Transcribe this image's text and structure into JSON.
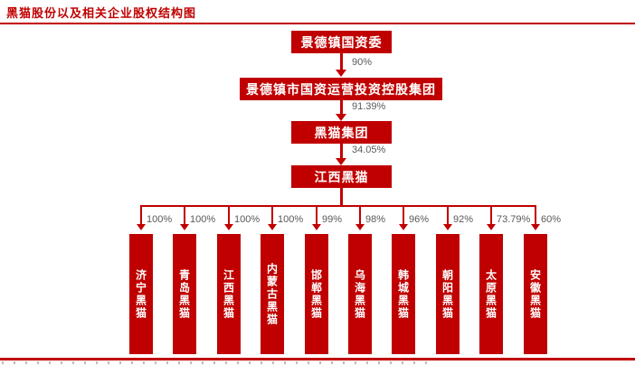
{
  "title": "黑猫股份以及相关企业股权结构图",
  "colors": {
    "accent_red": "#C00000",
    "percent_text": "#595959",
    "box_text": "#ffffff"
  },
  "chain": [
    {
      "name": "景德镇国资委"
    },
    {
      "name": "景德镇市国资运营投资控股集团",
      "ownership": "90%"
    },
    {
      "name": "黑猫集团",
      "ownership": "91.39%"
    },
    {
      "name": "江西黑猫",
      "ownership": "34.05%"
    }
  ],
  "subsidiaries": [
    {
      "name": "济宁黑猫",
      "ownership": "100%"
    },
    {
      "name": "青岛黑猫",
      "ownership": "100%"
    },
    {
      "name": "江西黑猫",
      "ownership": "100%"
    },
    {
      "name": "内蒙古黑猫",
      "ownership": "100%"
    },
    {
      "name": "邯郸黑猫",
      "ownership": "99%"
    },
    {
      "name": "乌海黑猫",
      "ownership": "98%"
    },
    {
      "name": "韩城黑猫",
      "ownership": "96%"
    },
    {
      "name": "朝阳黑猫",
      "ownership": "92%"
    },
    {
      "name": "太原黑猫",
      "ownership": "73.79%"
    },
    {
      "name": "安徽黑猫",
      "ownership": "60%"
    }
  ]
}
